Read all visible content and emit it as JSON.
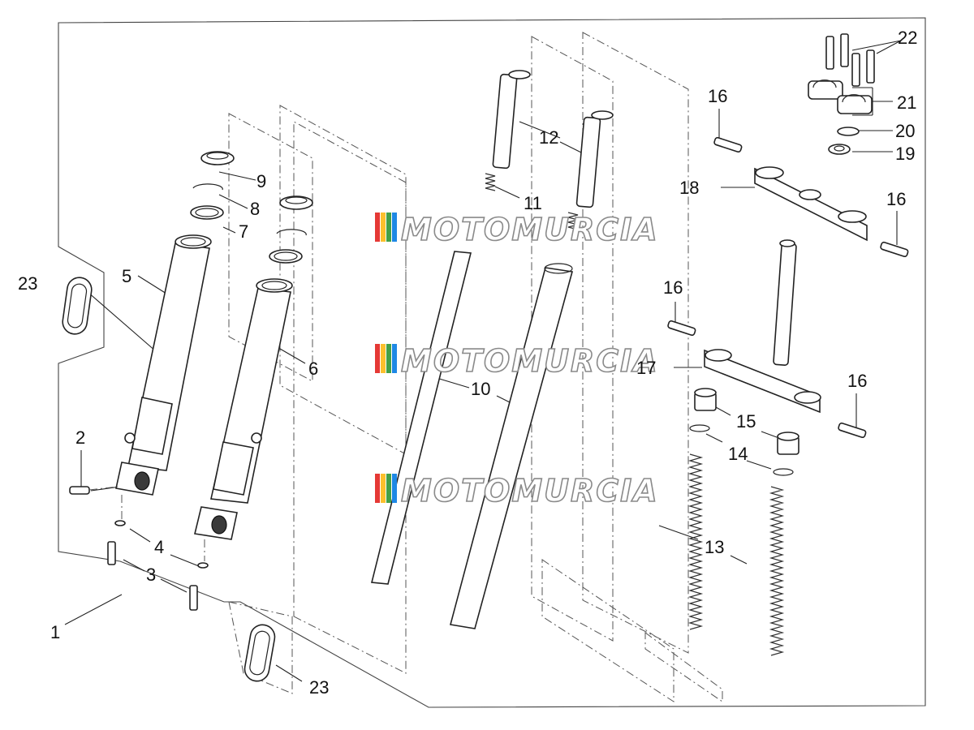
{
  "diagram": {
    "watermark": "MOTOMURCIA",
    "watermark_colors": [
      "#e53935",
      "#fbc02d",
      "#43a047",
      "#1e88e5"
    ],
    "callouts": {
      "c1": "1",
      "c2": "2",
      "c3": "3",
      "c4": "4",
      "c5": "5",
      "c6": "6",
      "c7": "7",
      "c8": "8",
      "c9": "9",
      "c10": "10",
      "c11": "11",
      "c12": "12",
      "c13": "13",
      "c14": "14",
      "c15": "15",
      "c16": "16",
      "c17": "17",
      "c18": "18",
      "c19": "19",
      "c20": "20",
      "c21": "21",
      "c22": "22",
      "c23": "23"
    }
  }
}
